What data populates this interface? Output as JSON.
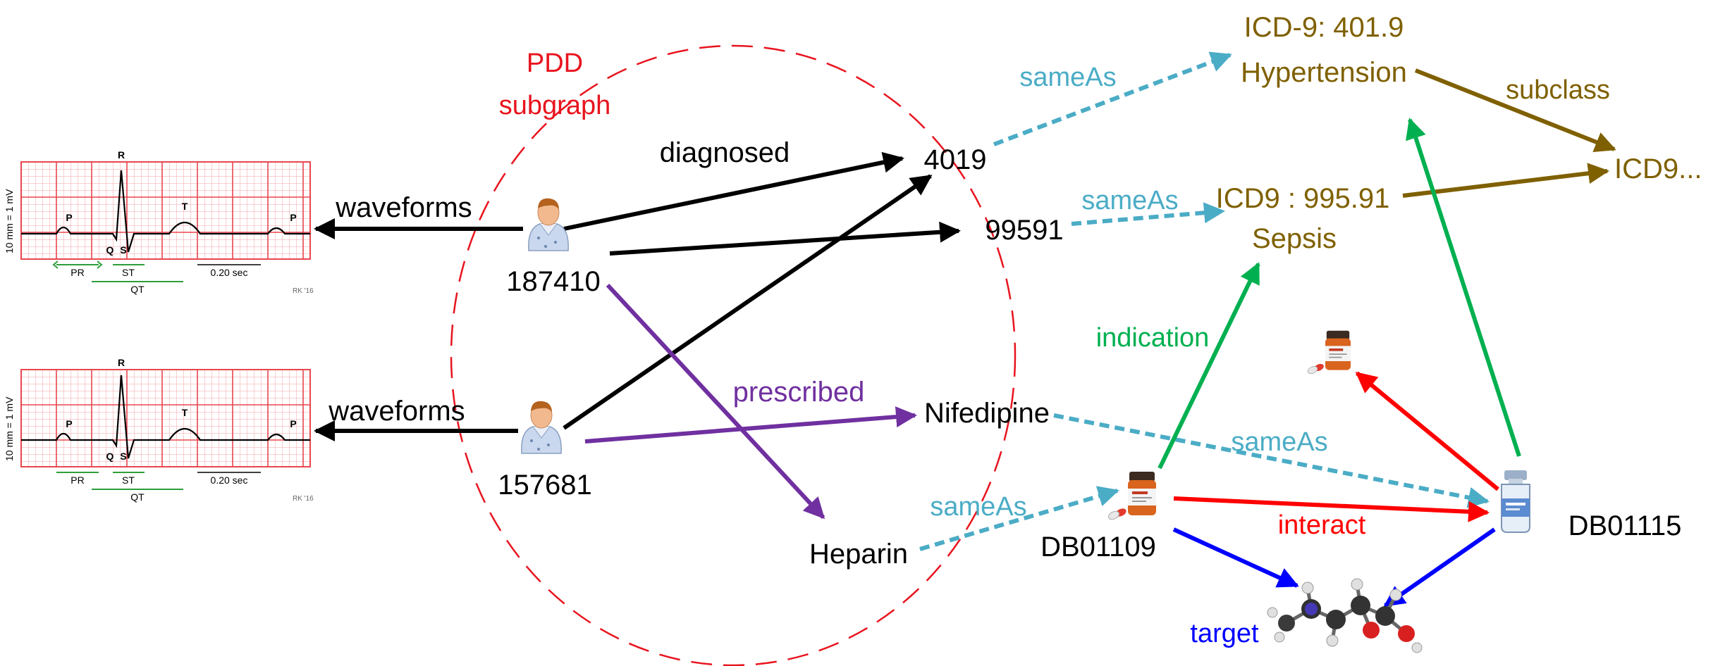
{
  "pdd": {
    "title_line1": "PDD",
    "title_line2": "subgraph"
  },
  "ecg_top": {
    "y_axis_label": "10 mm = 1 mV",
    "peaks": {
      "p1": "P",
      "r": "R",
      "q": "Q",
      "s": "S",
      "t": "T",
      "p2": "P"
    },
    "intervals": {
      "pr": "PR",
      "st": "ST",
      "qt": "QT",
      "sec": "0.20 sec"
    },
    "signature": "RK '16"
  },
  "ecg_bottom": {
    "y_axis_label": "10 mm = 1 mV",
    "peaks": {
      "p1": "P",
      "r": "R",
      "q": "Q",
      "s": "S",
      "t": "T",
      "p2": "P"
    },
    "intervals": {
      "pr": "PR",
      "st": "ST",
      "qt": "QT",
      "sec": "0.20 sec"
    },
    "signature": "RK '16"
  },
  "nodes": {
    "patient1": "187410",
    "patient2": "157681",
    "code_4019": "4019",
    "code_99591": "99591",
    "nifedipine": "Nifedipine",
    "heparin": "Heparin",
    "icd_hyper_line1": "ICD-9: 401.9",
    "icd_hyper_line2": "Hypertension",
    "icd_sepsis_line1": "ICD9 : 995.91",
    "icd_sepsis_line2": "Sepsis",
    "icd_parent": "ICD9...",
    "db01109": "DB01109",
    "db01115": "DB01115"
  },
  "edges": {
    "waveforms_1": "waveforms",
    "waveforms_2": "waveforms",
    "diagnosed": "diagnosed",
    "prescribed": "prescribed",
    "sameas_4019": "sameAs",
    "sameas_99591": "sameAs",
    "sameas_nifedipine": "sameAs",
    "sameas_heparin": "sameAs",
    "subclass": "subclass",
    "indication": "indication",
    "interact": "interact",
    "target": "target"
  },
  "colors": {
    "black": "#000000",
    "pdd_red": "#e8141e",
    "purple": "#7030a0",
    "sameas": "#4bacc6",
    "icd_olive": "#7f6000",
    "indication_green": "#00b050",
    "interact_red": "#ff0000",
    "target_blue": "#0000ff",
    "ecg_grid": "#e8464f"
  },
  "icons": {
    "patient": "patient-icon",
    "pill_bottle": "pill-bottle-icon",
    "vial": "medicine-vial-icon",
    "molecule": "molecule-icon"
  }
}
